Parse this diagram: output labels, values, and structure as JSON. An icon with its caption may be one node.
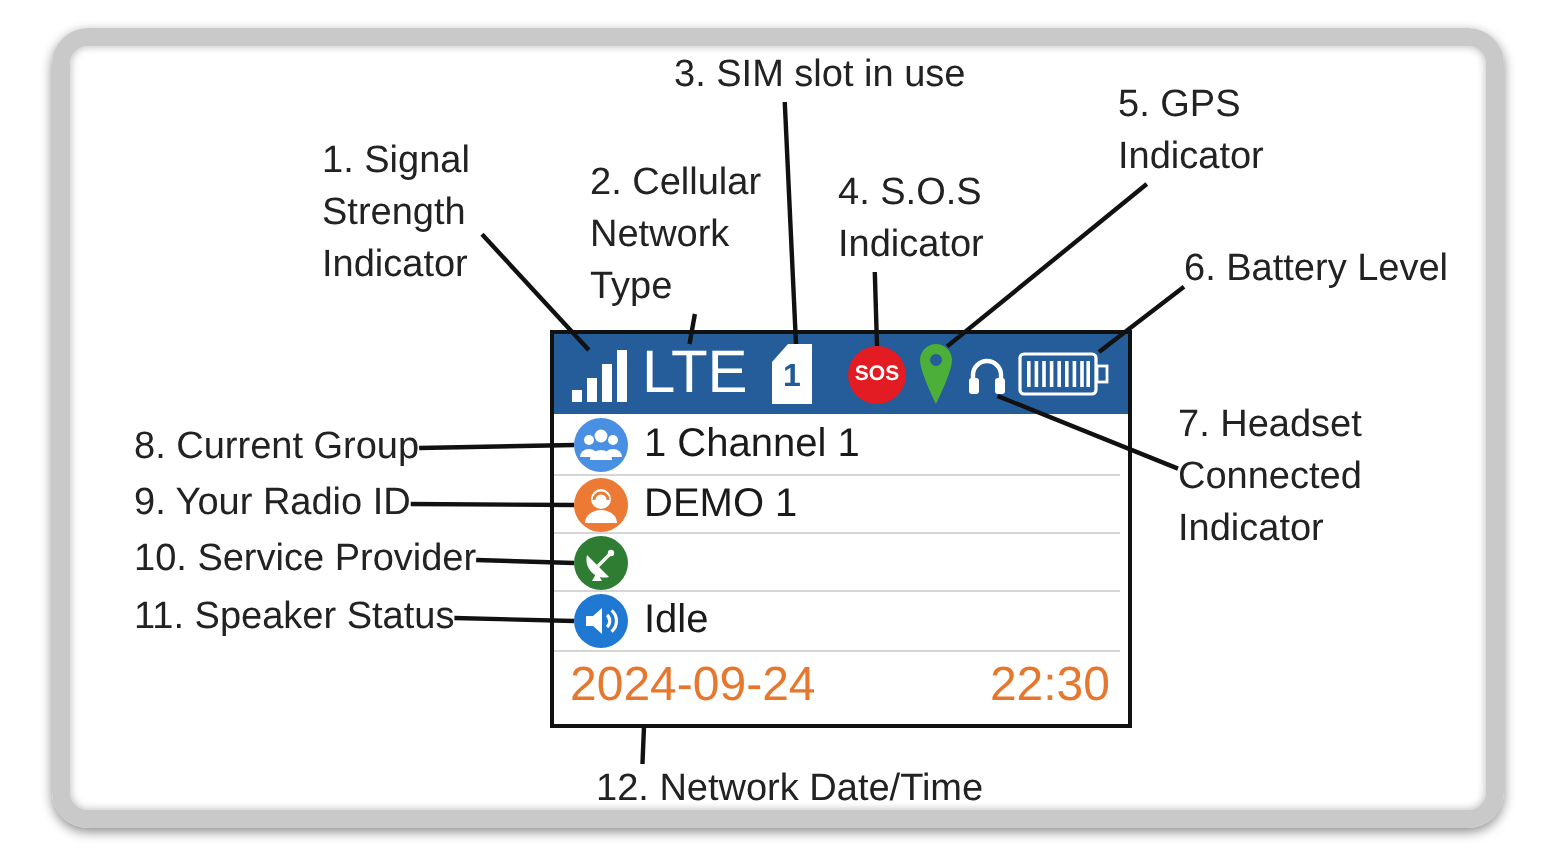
{
  "diagram": {
    "nodes": [
      {
        "text": [
          "1. Signal Strength Indicator"
        ]
      },
      {
        "text": [
          "2. Cellular Network Type"
        ]
      },
      {
        "text": [
          "3. SIM slot in use"
        ]
      },
      {
        "text": [
          "4. S.O.S Indicator"
        ]
      },
      {
        "text": [
          "5. GPS Indicator"
        ]
      },
      {
        "text": [
          "6. Battery Level"
        ]
      },
      {
        "text": [
          "7. Headset Connected Indicator"
        ]
      },
      {
        "text": [
          "8. Current Group"
        ]
      },
      {
        "text": [
          "9. Your Radio ID"
        ]
      },
      {
        "text": [
          "10. Service Provider"
        ]
      },
      {
        "text": [
          "11. Speaker Status"
        ]
      },
      {
        "text": [
          "12. Network Date/Time"
        ]
      },
      {
        "text": [],
        "shape": "box"
      },
      {
        "text": [],
        "shape": "bar",
        "in": 12
      },
      {
        "text": [],
        "shape": "picture",
        "in": 13
      },
      {
        "text": [
          "LTE"
        ],
        "in": 13
      },
      {
        "text": [
          "1"
        ],
        "in": 13
      },
      {
        "text": [
          "SOS"
        ],
        "in": 13
      },
      {
        "text": [],
        "shape": "picture",
        "in": 13
      },
      {
        "text": [],
        "shape": "picture",
        "in": 13
      },
      {
        "text": [],
        "shape": "picture",
        "in": 13
      },
      {
        "text": [
          "1 Channel 1"
        ],
        "in": 12
      },
      {
        "text": [],
        "shape": "picture",
        "in": 21
      },
      {
        "text": [
          "DEMO 1"
        ],
        "in": 12
      },
      {
        "text": [],
        "shape": "picture",
        "in": 23
      },
      {
        "text": [],
        "shape": "bar",
        "in": 12
      },
      {
        "text": [],
        "shape": "picture",
        "in": 25
      },
      {
        "text": [
          "Idle"
        ],
        "in": 12
      },
      {
        "text": [],
        "shape": "picture",
        "in": 27
      },
      {
        "text": [
          "2024-09-24",
          "22:30"
        ],
        "in": 12
      }
    ],
    "edges": [
      {
        "from": 0,
        "to": 14,
        "arrow": "none"
      },
      {
        "from": 1,
        "to": 15,
        "arrow": "none"
      },
      {
        "from": 2,
        "to": 16,
        "arrow": "none"
      },
      {
        "from": 3,
        "to": 17,
        "arrow": "none"
      },
      {
        "from": 4,
        "to": 18,
        "arrow": "none"
      },
      {
        "from": 5,
        "to": 20,
        "arrow": "none"
      },
      {
        "from": 6,
        "to": 19,
        "arrow": "none"
      },
      {
        "from": 7,
        "to": 22,
        "arrow": "none"
      },
      {
        "from": 8,
        "to": 24,
        "arrow": "none"
      },
      {
        "from": 9,
        "to": 26,
        "arrow": "none"
      },
      {
        "from": 10,
        "to": 28,
        "arrow": "none"
      },
      {
        "from": 11,
        "to": 29,
        "arrow": "none"
      }
    ]
  }
}
